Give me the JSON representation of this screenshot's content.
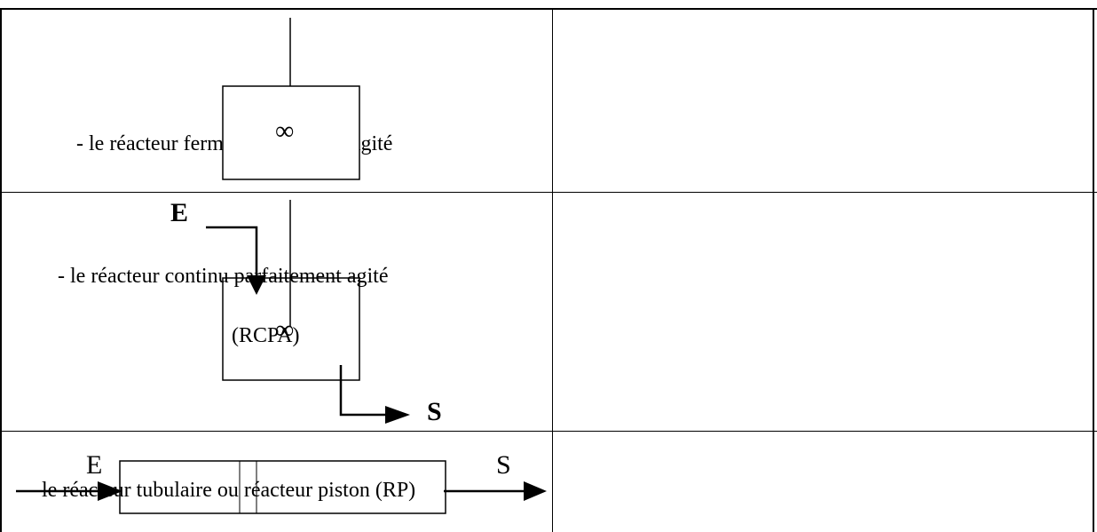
{
  "rows": [
    {
      "label": "- le réacteur fermé parfaitement agité"
    },
    {
      "label": "- le réacteur continu parfaitement agité",
      "abbrev": "(RCPA)",
      "inlet": "E",
      "outlet": "S"
    },
    {
      "label": "le réacteur tubulaire ou réacteur piston (RP)",
      "inlet": "E",
      "outlet": "S"
    }
  ],
  "stirrer_symbol": "∞"
}
